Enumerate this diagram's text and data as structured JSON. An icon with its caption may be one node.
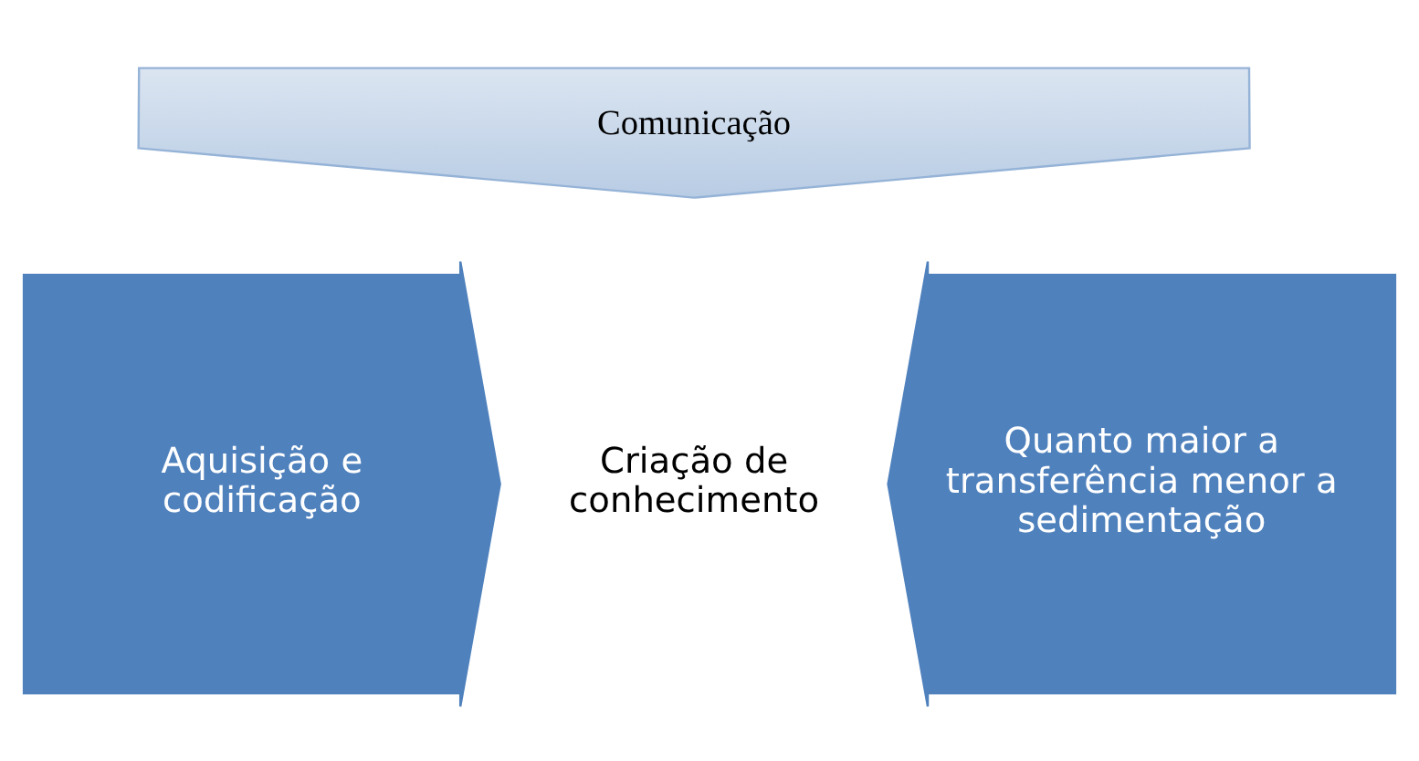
{
  "diagram": {
    "nodes": [
      {
        "text": [
          "Comunicação"
        ]
      },
      {
        "text": [
          "Aquisição e codificação"
        ]
      },
      {
        "text": [
          "Criação de conhecimento"
        ]
      },
      {
        "text": [
          "Quanto maior a transferência menor a sedimentação"
        ]
      }
    ],
    "edges": []
  }
}
